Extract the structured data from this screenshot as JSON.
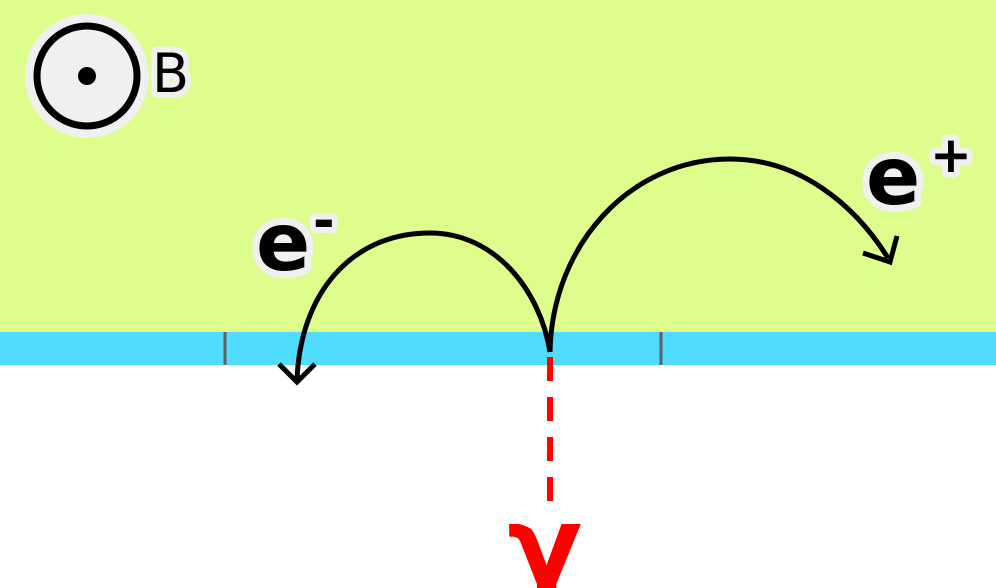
{
  "colors": {
    "field_region": "#DDFD8D",
    "surface_band": "#50DCFF",
    "photon": "#FF0000",
    "track": "#000000",
    "tick": "#606060"
  },
  "field": {
    "label": "B",
    "icon": "field-out-of-page-icon"
  },
  "electron": {
    "symbol": "e",
    "charge": "-"
  },
  "positron": {
    "symbol": "e",
    "charge": "+"
  },
  "photon": {
    "symbol": "γ"
  }
}
